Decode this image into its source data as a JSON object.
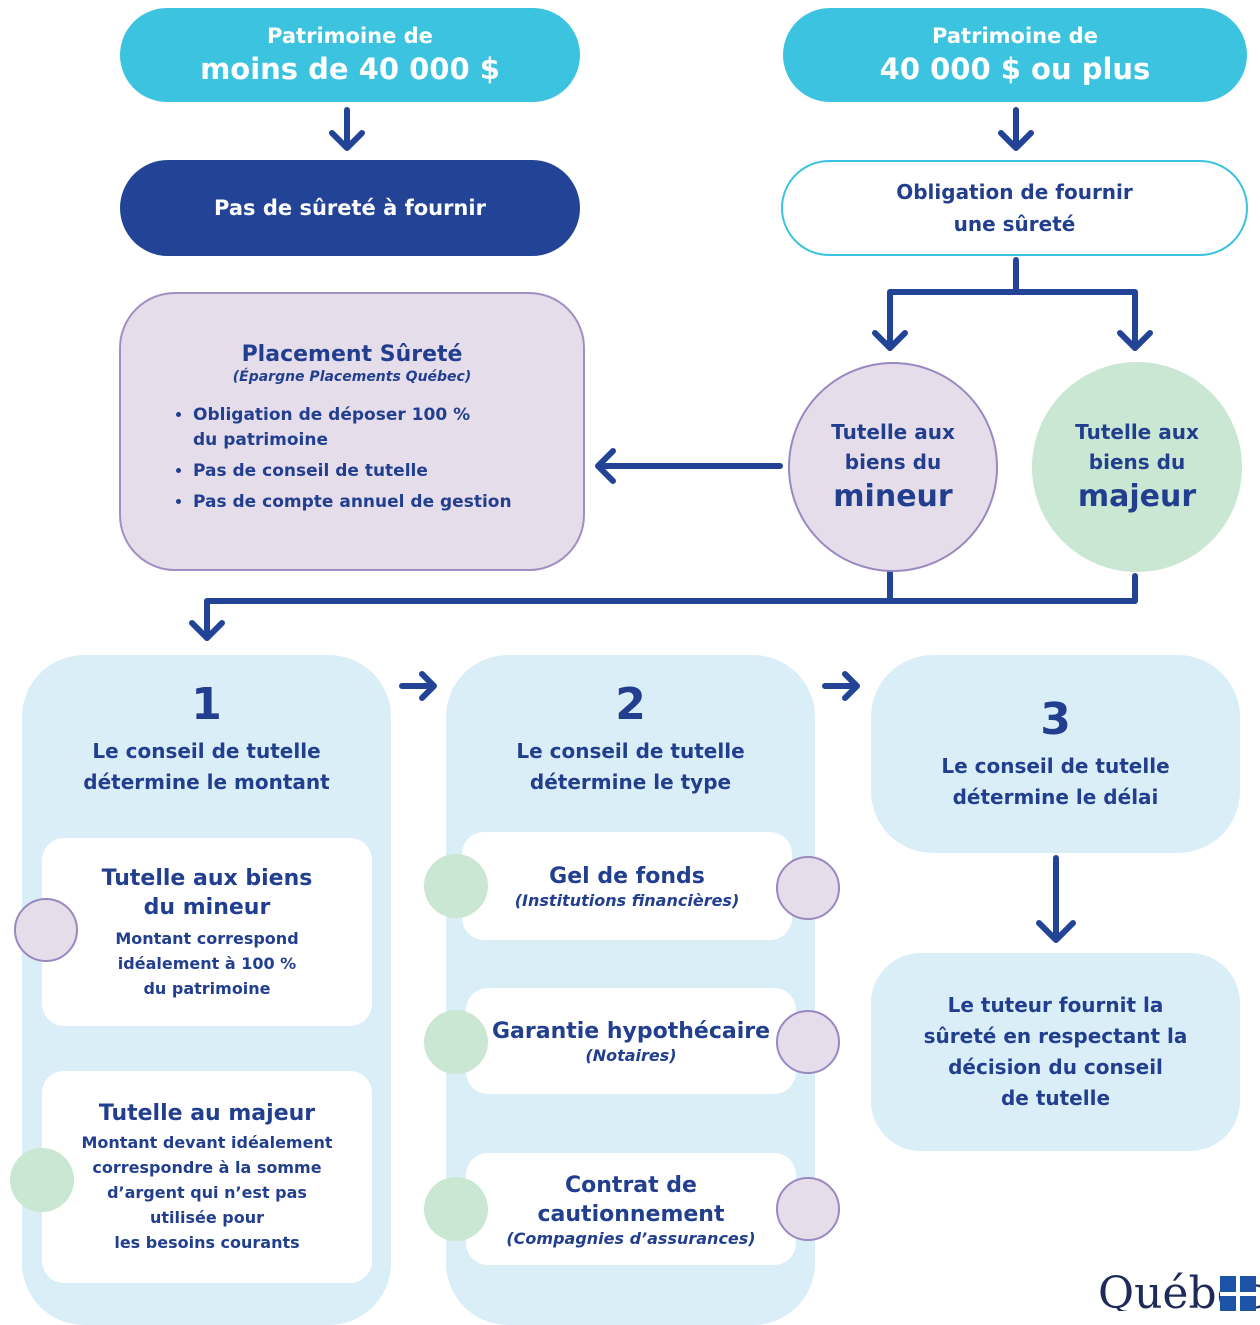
{
  "top_left": {
    "line1": "Patrimoine de",
    "line2": "moins de 40 000 $"
  },
  "top_right": {
    "line1": "Patrimoine de",
    "line2": "40 000 $ ou plus"
  },
  "no_surety": "Pas de sûreté à fournir",
  "obligation": {
    "line1": "Obligation de fournir",
    "line2": "une sûreté"
  },
  "placement": {
    "title": "Placement Sûreté",
    "subtitle": "(Épargne Placements Québec)",
    "bullets": [
      {
        "line1": "Obligation de déposer 100 %",
        "line2": "du patrimoine"
      },
      {
        "line1": "Pas de conseil de tutelle"
      },
      {
        "line1": "Pas de compte annuel de gestion"
      }
    ]
  },
  "circle_minor": {
    "line1": "Tutelle aux",
    "line2": "biens du",
    "line3": "mineur"
  },
  "circle_major": {
    "line1": "Tutelle aux",
    "line2": "biens du",
    "line3": "majeur"
  },
  "steps": [
    {
      "number": "1",
      "line1": "Le conseil de tutelle",
      "line2": "détermine le montant"
    },
    {
      "number": "2",
      "line1": "Le conseil de tutelle",
      "line2": "détermine le type"
    },
    {
      "number": "3",
      "line1": "Le conseil de tutelle",
      "line2": "détermine le délai"
    }
  ],
  "col1_cards": [
    {
      "title1": "Tutelle aux biens",
      "title2": "du mineur",
      "body": [
        "Montant correspond",
        "idéalement à 100 %",
        "du patrimoine"
      ]
    },
    {
      "title1": "Tutelle au majeur",
      "body": [
        "Montant devant idéalement",
        "correspondre à la somme",
        "d’argent qui n’est pas",
        "utilisée pour",
        "les besoins courants"
      ]
    }
  ],
  "col2_cards": [
    {
      "title1": "Gel de fonds",
      "note": "(Institutions financières)"
    },
    {
      "title1": "Garantie hypothécaire",
      "note": "(Notaires)"
    },
    {
      "title1": "Contrat de",
      "title2": "cautionnement",
      "note": "(Compagnies d’assurances)"
    }
  ],
  "final_box": {
    "lines": [
      "Le tuteur fournit la",
      "sûreté en respectant la",
      "décision du conseil",
      "de tutelle"
    ]
  },
  "logo": {
    "text": "Québec"
  },
  "colors": {
    "teal": "#3cc3df",
    "navy": "#234496",
    "lavender": "#e6ddeb",
    "mint": "#c9e7d3",
    "light_blue": "#d9eef7",
    "text": "#223f8f"
  }
}
